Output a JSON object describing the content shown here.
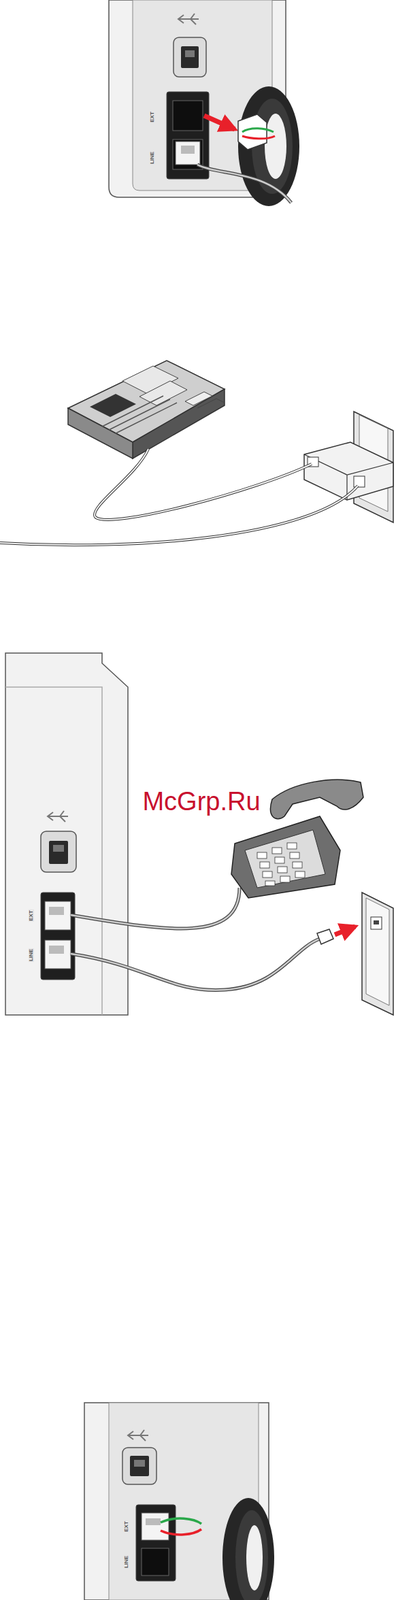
{
  "diagram": {
    "labels": [
      "EXT",
      "LINE",
      "McGrp.Ru",
      "EXT",
      "LINE",
      "EXT",
      "LINE"
    ]
  }
}
